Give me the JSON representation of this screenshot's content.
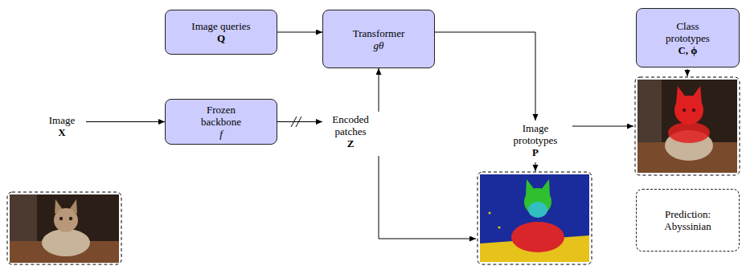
{
  "diagram": {
    "nodes": [
      {
        "text": [
          "Image queries",
          "Q"
        ]
      },
      {
        "text": [
          "Transformer",
          "gθ"
        ]
      },
      {
        "text": [
          "Class prototypes",
          "C, ϕ"
        ]
      },
      {
        "text": [
          "Image",
          "X"
        ]
      },
      {
        "text": [
          "Frozen backbone",
          "f"
        ]
      },
      {
        "text": [
          "Encoded patches",
          "Z"
        ]
      },
      {
        "text": [
          "Image prototypes",
          "P"
        ]
      },
      {
        "text": [
          "Prediction: Abyssinian"
        ]
      }
    ],
    "edges": [
      {
        "from": 0,
        "to": 1,
        "arrow": "to"
      },
      {
        "from": 3,
        "to": 4,
        "arrow": "to"
      },
      {
        "from": 4,
        "to": 5,
        "arrow": "to"
      },
      {
        "from": 5,
        "to": 1,
        "arrow": "to"
      },
      {
        "from": 1,
        "to": 6,
        "arrow": "to"
      }
    ]
  }
}
